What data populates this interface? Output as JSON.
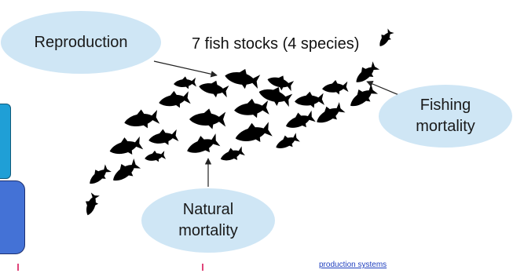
{
  "title": "7 fish stocks (4 species)",
  "bubbles": {
    "reproduction": "Reproduction",
    "fishing": {
      "line1": "Fishing",
      "line2": "mortality"
    },
    "natural": {
      "line1": "Natural",
      "line2": "mortality"
    }
  },
  "footer": {
    "link": "production systems"
  },
  "icons": [
    "fish-icon",
    "arrow-icon"
  ],
  "colors": {
    "bubble": "#cfe6f5",
    "fish": "#000000",
    "link": "#1f3fbf",
    "teal_box": "#1f9fd6",
    "blue_box": "#4472d6"
  }
}
